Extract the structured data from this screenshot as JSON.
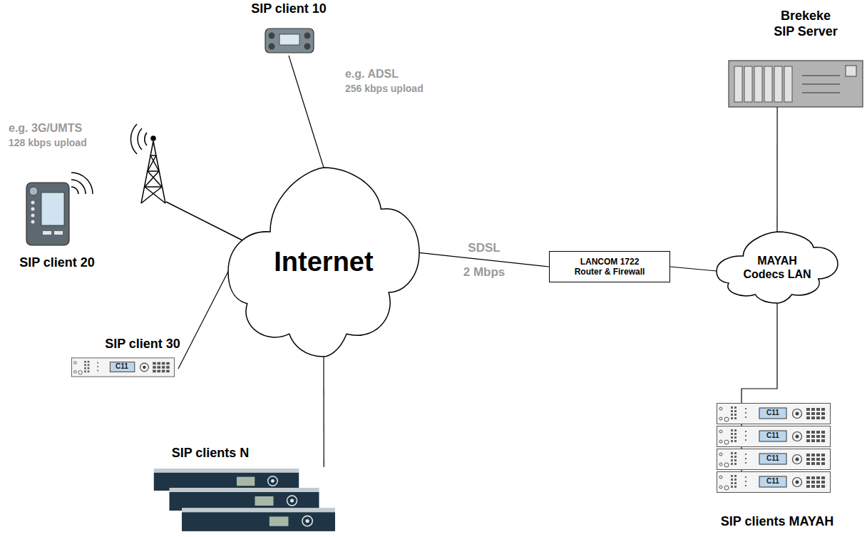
{
  "diagram": {
    "nodes": [
      {
        "text": [
          "SIP client 10"
        ]
      },
      {
        "text": [
          "Brekeke SIP Server"
        ]
      },
      {
        "text": [
          "SIP client 20"
        ]
      },
      {
        "text": [
          "Internet"
        ]
      },
      {
        "text": [
          "LANCOM 1722 Router & Firewall"
        ]
      },
      {
        "text": [
          "MAYAH Codecs LAN"
        ]
      },
      {
        "text": [
          "SIP client 30"
        ]
      },
      {
        "text": [
          "SIP clients N"
        ]
      },
      {
        "text": [
          "SIP clients MAYAH"
        ]
      }
    ],
    "edges": [
      {
        "from": 0,
        "to": 3,
        "arrow": "none"
      },
      {
        "from": 6,
        "to": 3,
        "arrow": "none"
      },
      {
        "from": 7,
        "to": 3,
        "arrow": "none"
      },
      {
        "from": 3,
        "to": 4,
        "label": "SDSL",
        "arrow": "none"
      },
      {
        "from": 4,
        "to": 5,
        "arrow": "none"
      },
      {
        "from": 1,
        "to": 5,
        "arrow": "none"
      },
      {
        "from": 5,
        "to": 8,
        "arrow": "none"
      }
    ],
    "labels": [
      "e.g. ADSL",
      "256 kbps upload",
      "e.g. 3G/UMTS",
      "128 kbps upload",
      "2 Mbps",
      "C11",
      "C11",
      "C11",
      "C11",
      "C11"
    ]
  }
}
